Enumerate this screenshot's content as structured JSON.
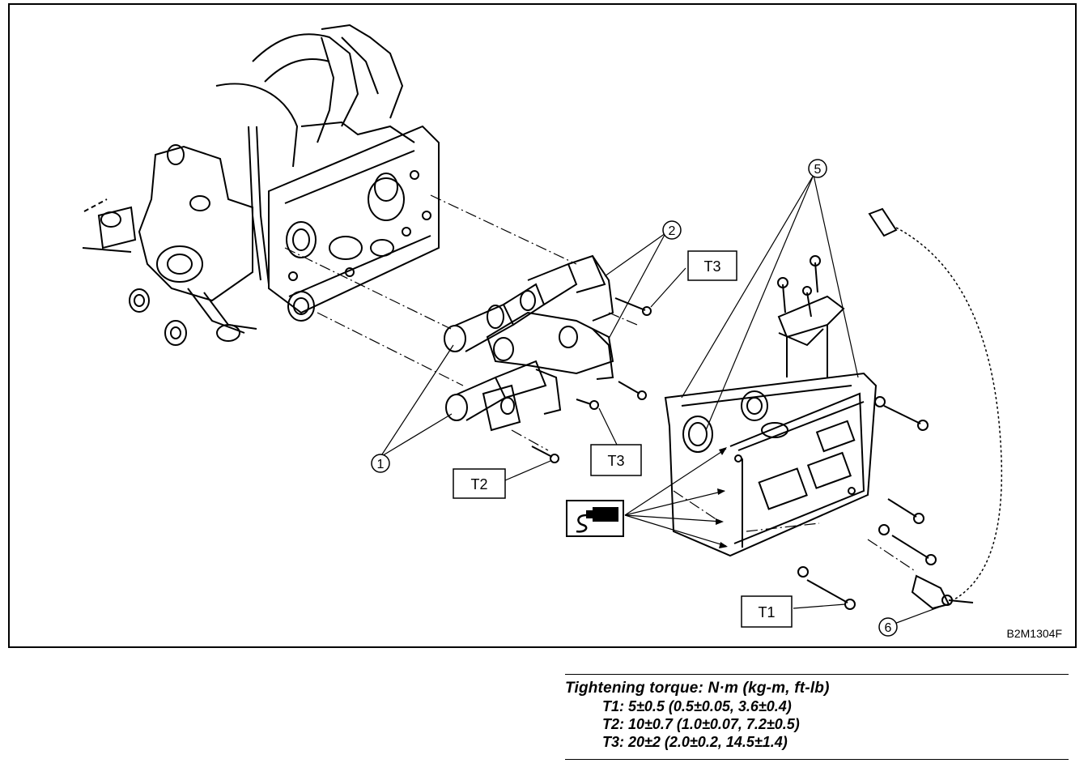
{
  "figure": {
    "code": "B2M1304F",
    "callouts": [
      "1",
      "2",
      "5",
      "6"
    ],
    "torque_boxes": [
      "T1",
      "T2",
      "T3"
    ],
    "sealant_icon": "sealant-tube-icon"
  },
  "torque": {
    "title": "Tightening torque: N·m (kg-m, ft-lb)",
    "rows": [
      "T1: 5±0.5 (0.5±0.05, 3.6±0.4)",
      "T2: 10±0.7 (1.0±0.07, 7.2±0.5)",
      "T3: 20±2 (2.0±0.2, 14.5±1.4)"
    ]
  }
}
